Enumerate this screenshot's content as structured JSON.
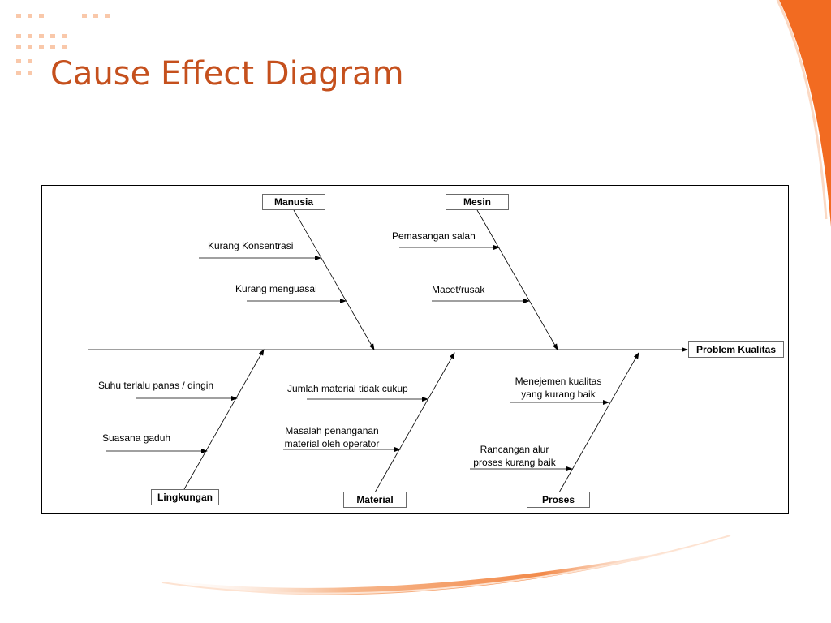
{
  "slide": {
    "title": "Cause Effect Diagram",
    "accent_color": "#c5501d",
    "decor_color": "#f26b21"
  },
  "diagram": {
    "effect": "Problem Kualitas",
    "categories": {
      "manusia": "Manusia",
      "mesin": "Mesin",
      "lingkungan": "Lingkungan",
      "material": "Material",
      "proses": "Proses"
    },
    "causes": {
      "manusia": [
        "Kurang Konsentrasi",
        "Kurang menguasai"
      ],
      "mesin": [
        "Pemasangan salah",
        "Macet/rusak"
      ],
      "lingkungan": [
        "Suhu terlalu panas / dingin",
        "Suasana gaduh"
      ],
      "material": [
        [
          "Jumlah material tidak cukup"
        ],
        [
          "Masalah penanganan",
          "material oleh operator"
        ]
      ],
      "proses": [
        [
          "Menejemen kualitas",
          "yang kurang baik"
        ],
        [
          "Rancangan alur",
          "proses kurang baik"
        ]
      ]
    }
  }
}
